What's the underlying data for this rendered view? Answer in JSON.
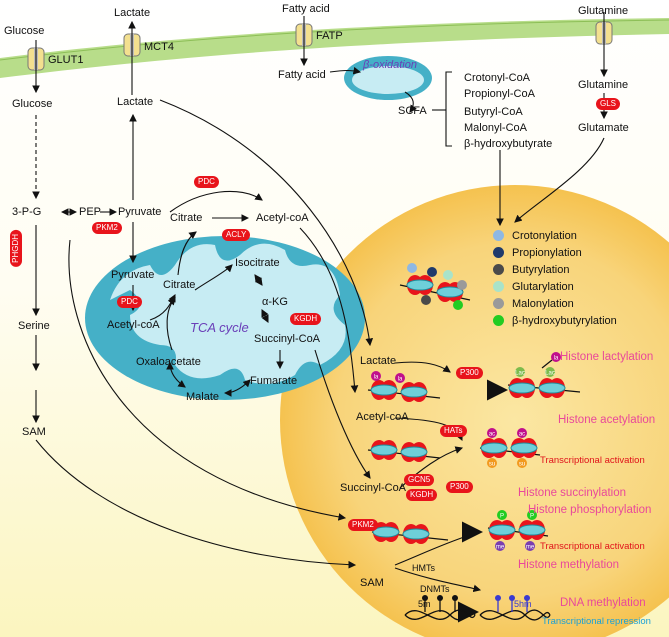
{
  "membrane": {
    "transporters": [
      "GLUT1",
      "MCT4",
      "FATP"
    ],
    "outside": {
      "glucose": "Glucose",
      "lactate": "Lactate",
      "fatty_acid": "Fatty acid",
      "glutamine": "Glutamine"
    }
  },
  "cytosol": {
    "glucose": "Glucose",
    "lactate": "Lactate",
    "fatty_acid": "Fatty acid",
    "beta_oxidation": "β-oxidation",
    "scfa": "SCFA",
    "glutamine": "Glutamine",
    "glutamate": "Glutamate",
    "gls": "GLS",
    "p3g": "3-P-G",
    "pep": "PEP",
    "pyruvate": "Pyruvate",
    "pkm2": "PKM2",
    "phgdh": "PHGDH",
    "serine": "Serine",
    "sam": "SAM",
    "pdc": "PDC",
    "acly": "ACLY",
    "acetyl_coa": "Acetyl-coA",
    "citrate": "Citrate"
  },
  "scfa_list": [
    "Crotonyl-CoA",
    "Propionyl-CoA",
    "Butyryl-CoA",
    "Malonyl-CoA",
    "β-hydroxybutyrate"
  ],
  "mito": {
    "cycle": "TCA cycle",
    "pyruvate": "Pyruvate",
    "pdc": "PDC",
    "acetyl_coa": "Acetyl-coA",
    "citrate": "Citrate",
    "isocitrate": "Isocitrate",
    "akg": "α-KG",
    "kgdh": "KGDH",
    "succinyl": "Succinyl-CoA",
    "fumarate": "Fumarate",
    "malate": "Malate",
    "oxaloacetate": "Oxaloacetate"
  },
  "legend": [
    {
      "label": "Crotonylation",
      "color": "#8fb8e3"
    },
    {
      "label": "Propionylation",
      "color": "#1f3a6b"
    },
    {
      "label": "Butyrylation",
      "color": "#4a4a4a"
    },
    {
      "label": "Glutarylation",
      "color": "#a9e3c9"
    },
    {
      "label": "Malonylation",
      "color": "#9a9a9a"
    },
    {
      "label": "β-hydroxybutyrylation",
      "color": "#22cc22"
    }
  ],
  "nucleus": {
    "lactate": "Lactate",
    "acetyl_coa": "Acetyl-coA",
    "succinyl": "Succinyl-CoA",
    "sam": "SAM",
    "p300": "P300",
    "hats": "HATs",
    "gcn5": "GCN5",
    "kgdh": "KGDH",
    "pkm2": "PKM2",
    "hmts": "HMTs",
    "dnmts": "DNMTs",
    "mark_la": "la",
    "mark_lac": "Lac",
    "mark_ac": "ac",
    "mark_su": "su",
    "mark_p": "P",
    "mark_me": "me",
    "mark_5m": "5m",
    "mark_5hm": "5hm",
    "histone_lactylation": "Histone lactylation",
    "histone_acetylation": "Histone acetylation",
    "transcriptional_activation": "Transcriptional activation",
    "histone_succinylation": "Histone succinylation",
    "histone_phosphorylation": "Histone phosphorylation",
    "histone_methylation": "Histone methylation",
    "dna_methylation": "DNA methylation",
    "transcriptional_repression": "Transcriptional repression"
  }
}
